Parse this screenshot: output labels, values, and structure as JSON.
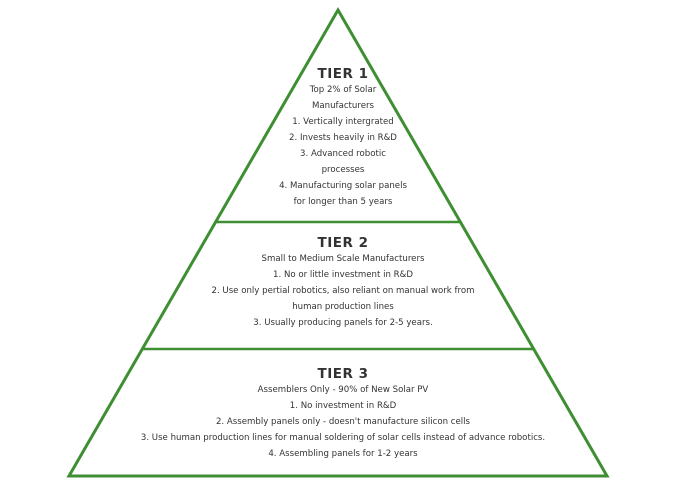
{
  "colors": {
    "outline": "#3e8e32",
    "text": "#333333",
    "background": "#ffffff"
  },
  "tiers": [
    {
      "title": "TIER 1",
      "lines": [
        "Top 2% of Solar",
        "Manufacturers",
        "1. Vertically intergrated",
        "2. Invests heavily in R&D",
        "3. Advanced robotic",
        "processes",
        "4. Manufacturing solar panels",
        "for longer than 5 years"
      ]
    },
    {
      "title": "TIER 2",
      "lines": [
        "Small to Medium Scale Manufacturers",
        "1. No or little investment in R&D",
        "2. Use only pertial robotics, also reliant on manual work from",
        "human production lines",
        "3. Usually producing panels for 2-5 years."
      ]
    },
    {
      "title": "TIER 3",
      "lines": [
        "Assemblers Only - 90% of New Solar PV",
        "1. No investment in R&D",
        "2. Assembly panels only - doesn't manufacture silicon cells",
        "3. Use human production lines for manual soldering of solar cells instead of advance robotics.",
        "4. Assembling panels for 1-2 years"
      ]
    }
  ]
}
